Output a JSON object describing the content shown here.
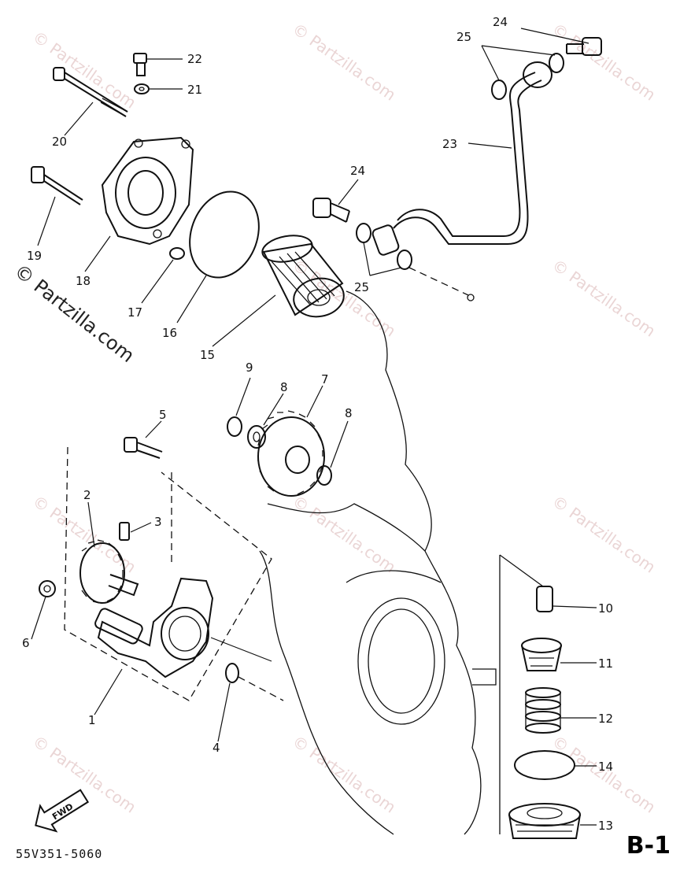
{
  "watermark": {
    "text": "© Partzilla.com",
    "primary": "© Partzilla.com"
  },
  "figure_ref": "B-1",
  "doc_number": "55V351-5060",
  "fwd_label": "FWD",
  "callouts": {
    "c1": "1",
    "c2": "2",
    "c3": "3",
    "c4": "4",
    "c5": "5",
    "c6": "6",
    "c7": "7",
    "c8a": "8",
    "c8b": "8",
    "c9": "9",
    "c10": "10",
    "c11": "11",
    "c12": "12",
    "c13": "13",
    "c14": "14",
    "c15": "15",
    "c16": "16",
    "c17": "17",
    "c18": "18",
    "c19": "19",
    "c20": "20",
    "c21": "21",
    "c22": "22",
    "c23": "23",
    "c24a": "24",
    "c24b": "24",
    "c25a": "25",
    "c25b": "25"
  },
  "colors": {
    "ink": "#111111",
    "watermark": "#d9b3b3"
  }
}
